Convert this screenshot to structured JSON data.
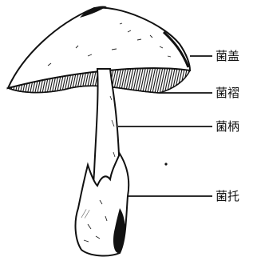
{
  "diagram": {
    "labels": {
      "cap": "菌盖",
      "gills": "菌褶",
      "stem": "菌柄",
      "volva": "菌托"
    }
  }
}
